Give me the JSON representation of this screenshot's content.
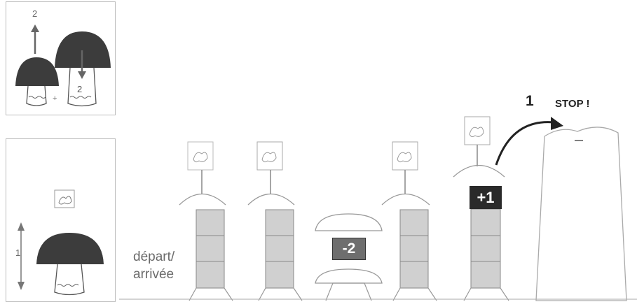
{
  "rule_top": {
    "number": "2",
    "plus": "+",
    "number2": "2"
  },
  "rule_bottom": {
    "number": "1"
  },
  "board": {
    "start_line1": "départ/",
    "start_line2": "arrivée",
    "card_minus": "-2",
    "card_plus": "+1",
    "jump_number": "1",
    "stop_label": "STOP !"
  },
  "colors": {
    "cap": "#3c3c3c",
    "stripe": "#d0d0d0",
    "card_dark": "#2a2a2a",
    "card_grey": "#6e6e6e"
  }
}
